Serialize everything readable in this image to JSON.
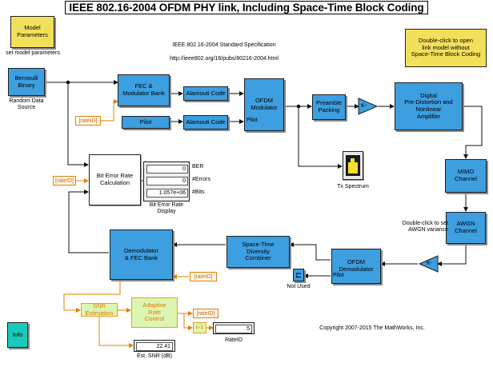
{
  "title": "IEEE 802.16-2004 OFDM PHY link, Including Space-Time Block Coding",
  "spec": {
    "line1": "IEEE 802.16-2004 Standard Specification",
    "line2": "http://ieee802.org/16/pubs/80216-2004.html"
  },
  "model_params": {
    "label": "Model\nParameters",
    "caption": "set model parameters"
  },
  "open_link_note": "Double-click to open\nlink model without\nSpace-Time Block Coding",
  "blocks": {
    "bernoulli": {
      "label": "Bernoulli\nBinary",
      "caption": "Random Data\nSource"
    },
    "fec_mod": "FEC &\nModulator Bank",
    "alamouti1": "Alamouti Code",
    "alamouti2": "Alamouti Code",
    "pilot_src": "Pilot",
    "ofdm_mod": "OFDM\nModulator",
    "ofdm_mod_pilot": "Pilot",
    "preamble": "Preamble\nPacking",
    "gain1": "K-",
    "dpd": "Digital\nPre-Distortion and\nNonlinear\nAmplifier",
    "mimo": "MIMO\nChannel",
    "awgn": "AWGN\nChannel",
    "awgn_note": "Double-click to set\nAWGN variance",
    "gain2": "K-",
    "ofdm_demod": "OFDM\nDemodulator",
    "ofdm_demod_pilot": "Pilot",
    "stdc": "Space-Time\nDiversity\nCombiner",
    "demod_fec": "Demodulator\n& FEC Bank",
    "not_used": "Not Used",
    "tx_spectrum": "Tx Spectrum",
    "ber_calc": "Bit Error Rate\nCalculation",
    "snr_est": "SNR\nEstimation",
    "arc": "Adaptive\nRate\nControl",
    "delay": "u-1",
    "info": "Info"
  },
  "tags": {
    "rateid": "[rateID]"
  },
  "ber_display": {
    "values": [
      "0",
      "0",
      "1.057e+06"
    ],
    "labels": [
      "BER",
      "#Errors",
      "#Bits"
    ],
    "caption": "Bit Error Rate\nDisplay"
  },
  "rateid_display": {
    "value": "5",
    "caption": "RateID"
  },
  "snr_display": {
    "value": "22.41",
    "caption": "Est. SNR (dB)"
  },
  "copyright": "Copyright 2007-2015 The MathWorks, Inc.",
  "colors": {
    "block_blue": "#3d9ee0",
    "param_yellow": "#f3e05a",
    "info_teal": "#19c9b9",
    "tag_orange": "#e08000",
    "arc_green": "#dcf5b0"
  }
}
